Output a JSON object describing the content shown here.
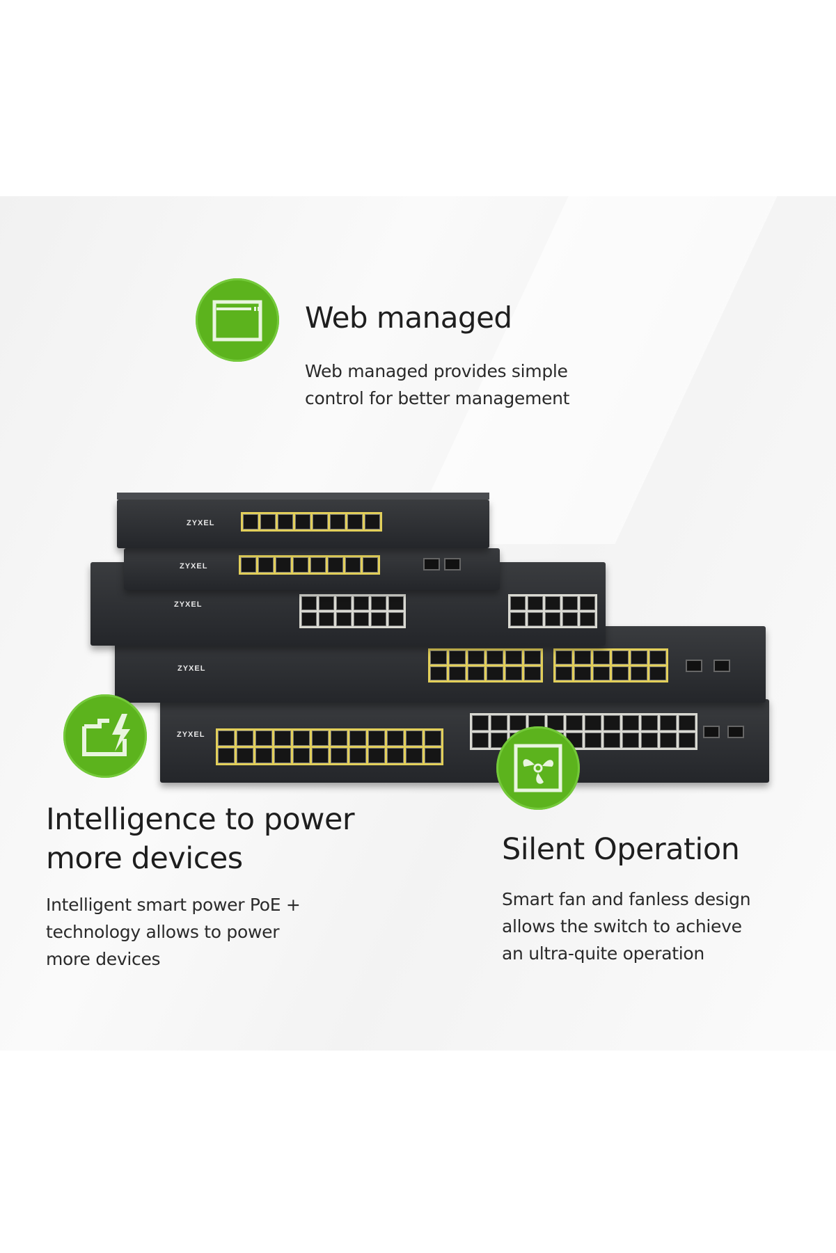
{
  "features": [
    {
      "title": "Web managed",
      "lines": [
        "Web managed provides simple",
        "control for better management"
      ],
      "icon": "browser-window-icon"
    },
    {
      "title_lines": [
        "Intelligence to power",
        "more devices"
      ],
      "lines": [
        "Intelligent smart power PoE +",
        "technology allows to power",
        "more devices"
      ],
      "icon": "power-port-icon"
    },
    {
      "title": "Silent Operation",
      "lines": [
        "Smart fan and fanless design",
        "allows the switch to achieve",
        "an ultra-quite operation"
      ],
      "icon": "fan-icon"
    }
  ],
  "product": {
    "brand": "ZYXEL"
  },
  "colors": {
    "accent": "#5cb31d",
    "text": "#1e1e1e"
  }
}
